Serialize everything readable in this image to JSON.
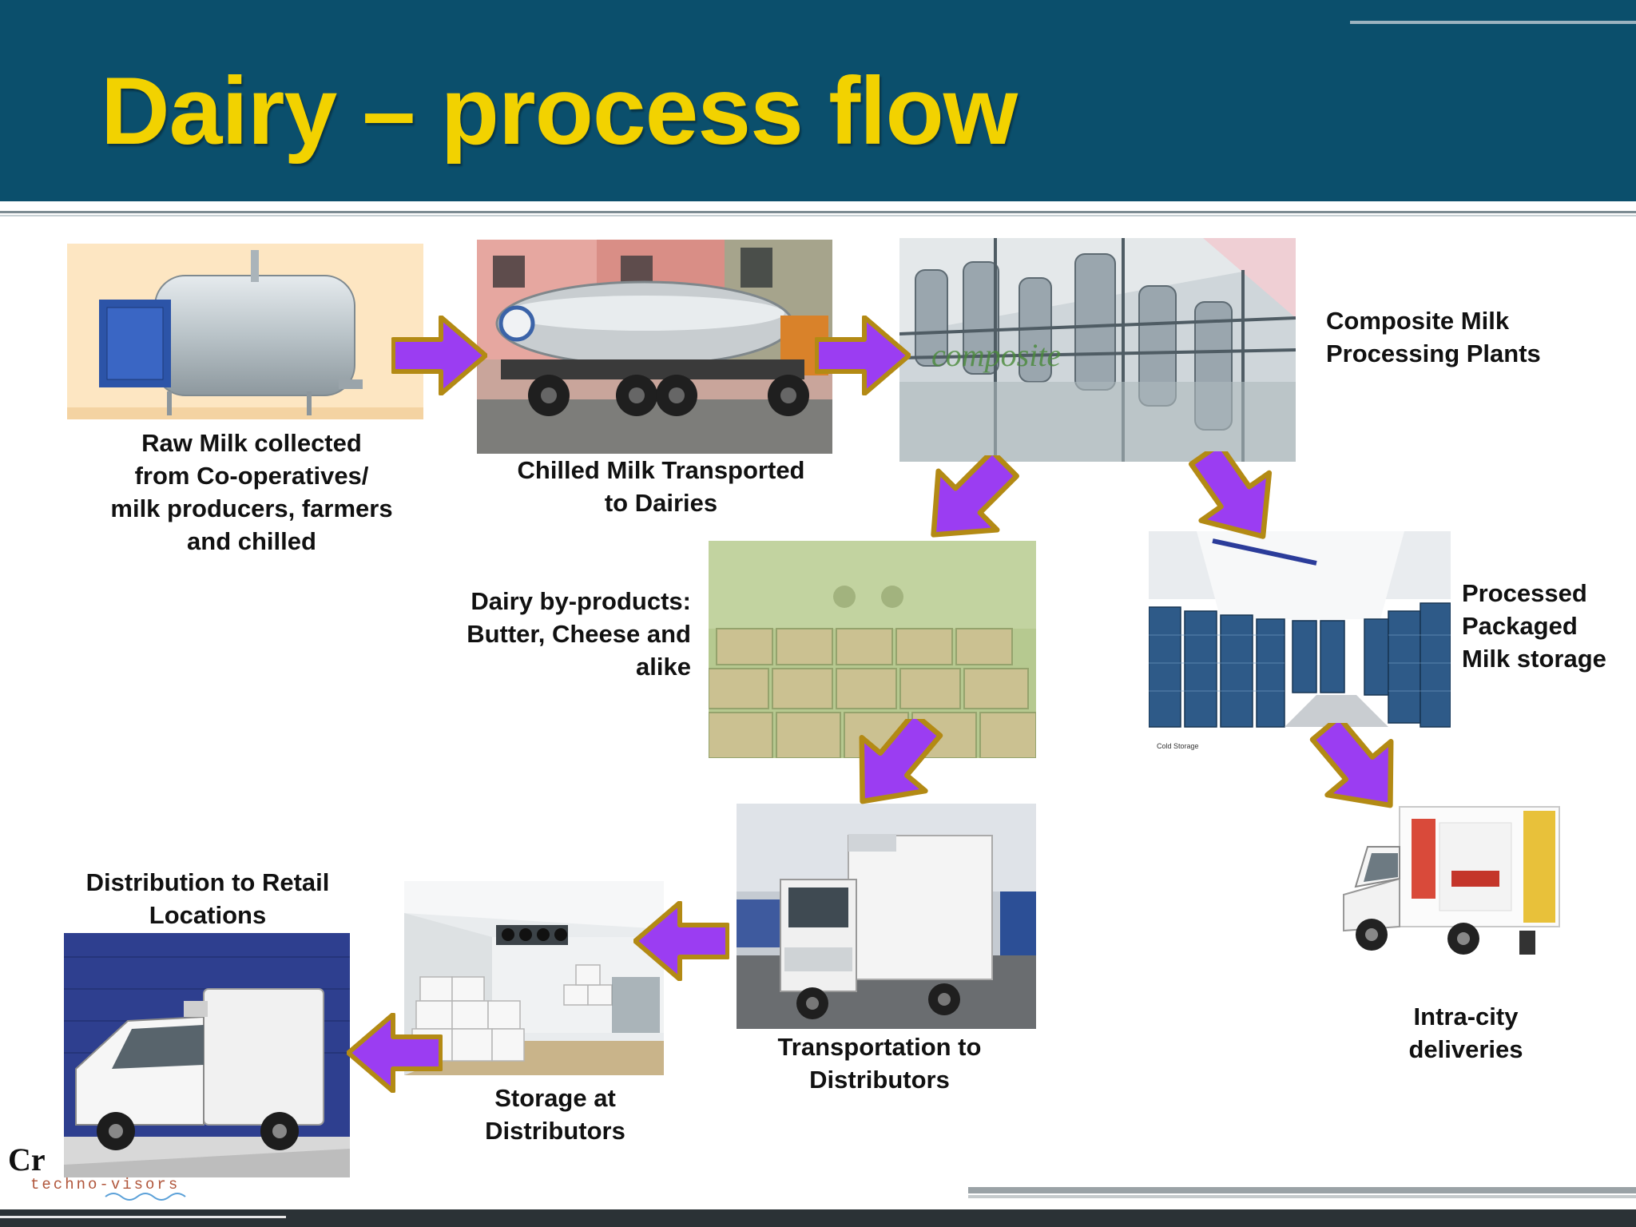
{
  "slide": {
    "title": "Dairy – process flow",
    "colors": {
      "header": "#0b4f6c",
      "title": "#f2d200",
      "arrow_fill": "#9b3df2",
      "arrow_border": "#b38a14"
    }
  },
  "steps": [
    {
      "id": "raw-milk",
      "image": "milk-chilling-tank",
      "caption": [
        "Raw Milk collected",
        "from Co-operatives/",
        "milk producers, farmers",
        "and chilled"
      ]
    },
    {
      "id": "chilled-transport",
      "image": "milk-tanker-truck",
      "caption": [
        "Chilled Milk Transported",
        "to Dairies"
      ]
    },
    {
      "id": "processing-plants",
      "image": "processing-plant-pipes",
      "caption": [
        "Composite Milk",
        "Processing Plants"
      ]
    },
    {
      "id": "by-products",
      "image": "cold-room-boxes",
      "caption": [
        "Dairy by-products:",
        "Butter, Cheese and",
        "alike"
      ]
    },
    {
      "id": "packaged-storage",
      "image": "crate-cold-storage",
      "caption": [
        "Processed",
        "Packaged",
        "Milk storage"
      ],
      "image_label": "Cold Storage"
    },
    {
      "id": "intra-city",
      "image": "delivery-pickup-truck",
      "caption": [
        "Intra-city",
        "deliveries"
      ]
    },
    {
      "id": "transport-distributors",
      "image": "refrigerated-box-truck",
      "caption": [
        "Transportation to",
        "Distributors"
      ]
    },
    {
      "id": "storage-distributors",
      "image": "distributor-cold-room",
      "caption": [
        "Storage at",
        "Distributors"
      ]
    },
    {
      "id": "retail-distribution",
      "image": "white-delivery-van",
      "caption": [
        "Distribution to Retail",
        "Locations"
      ]
    }
  ],
  "logo": {
    "mark": "Cr",
    "subtitle": "techno-visors"
  }
}
